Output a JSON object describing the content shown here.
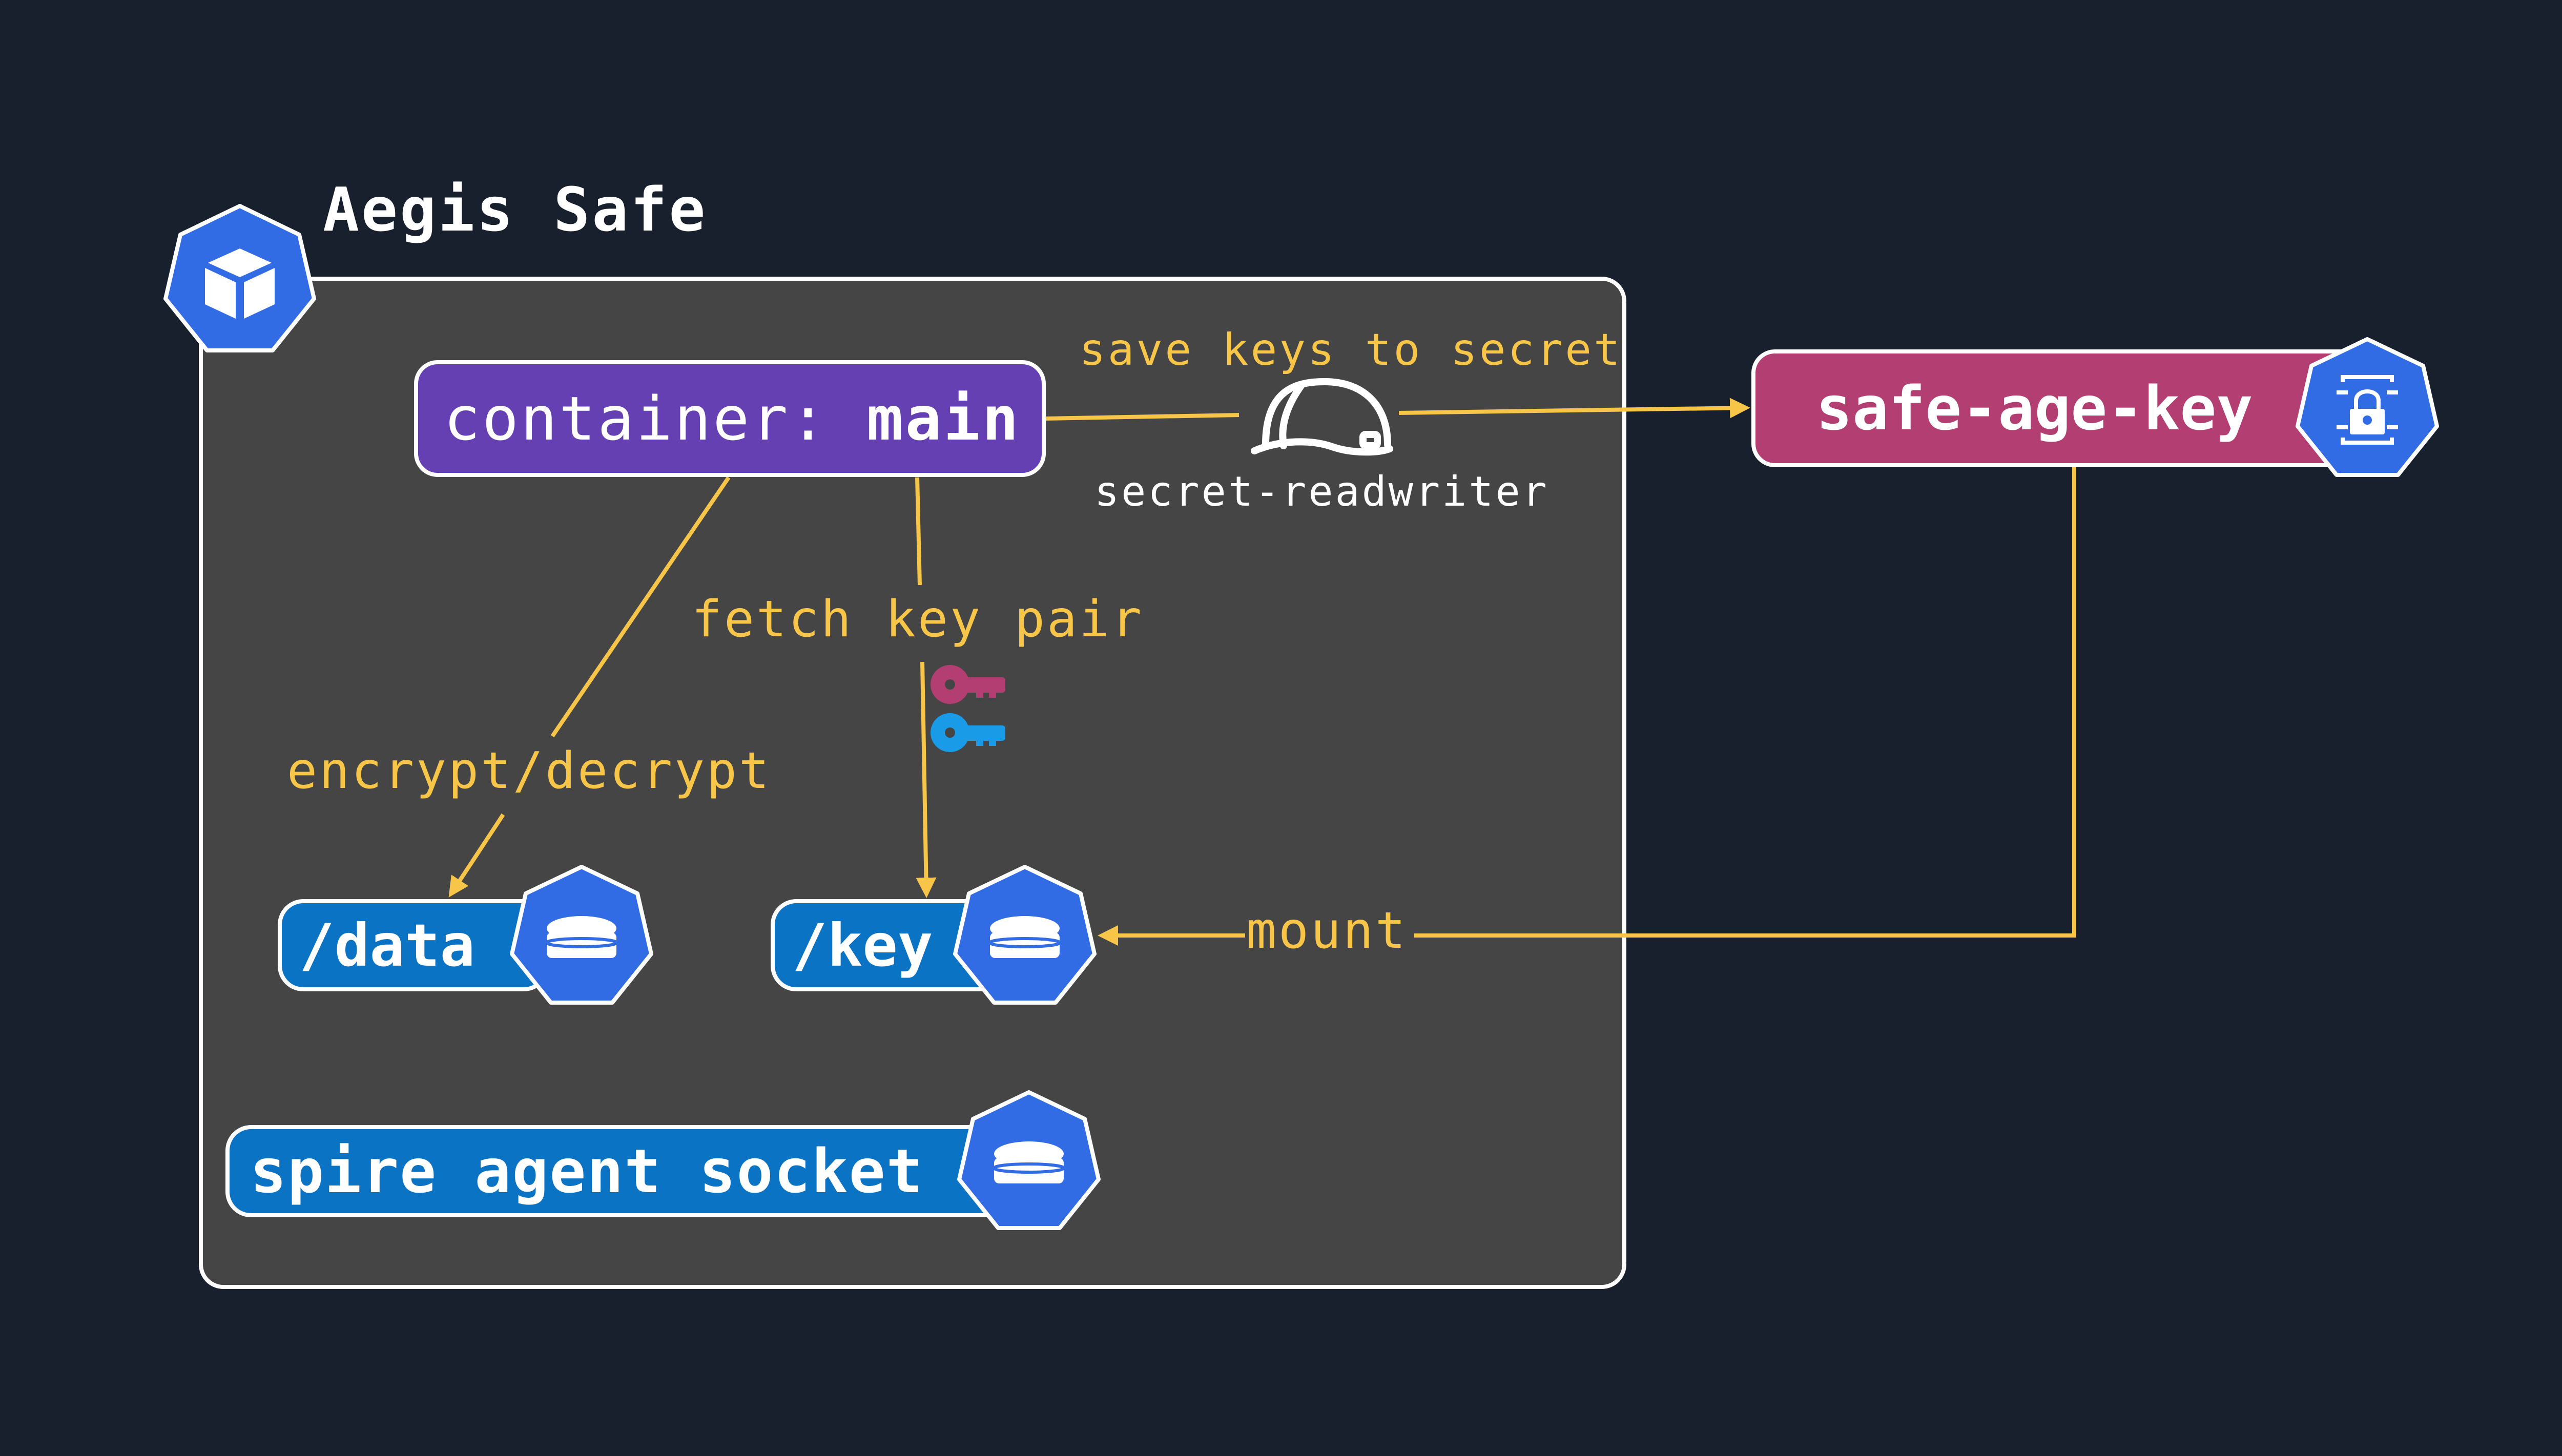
{
  "pod": {
    "title": "Aegis Safe",
    "icon": "cube-icon"
  },
  "container": {
    "prefix": "container: ",
    "name": "main"
  },
  "secret": {
    "name": "safe-age-key",
    "icon": "secret-lock-icon"
  },
  "volumes": [
    {
      "name": "/data",
      "icon": "volume-icon"
    },
    {
      "name": "/key",
      "icon": "volume-icon"
    },
    {
      "name": "spire agent socket",
      "icon": "volume-icon"
    }
  ],
  "edges": {
    "save": "save keys to secret",
    "service_account": "secret-readwriter",
    "fetch": "fetch key pair",
    "crypt": "encrypt/decrypt",
    "mount": "mount"
  },
  "icons": {
    "helmet": "helmet-icon",
    "key_private": "key-icon",
    "key_public": "key-icon"
  },
  "colors": {
    "background": "#18202d",
    "pod": "#454545",
    "container": "#6440b3",
    "secret": "#b33e72",
    "volume": "#0b73c4",
    "k8s_blue": "#326ce5",
    "arrow": "#f7c548",
    "key_magenta": "#b33e72",
    "key_blue": "#1a9be8"
  }
}
